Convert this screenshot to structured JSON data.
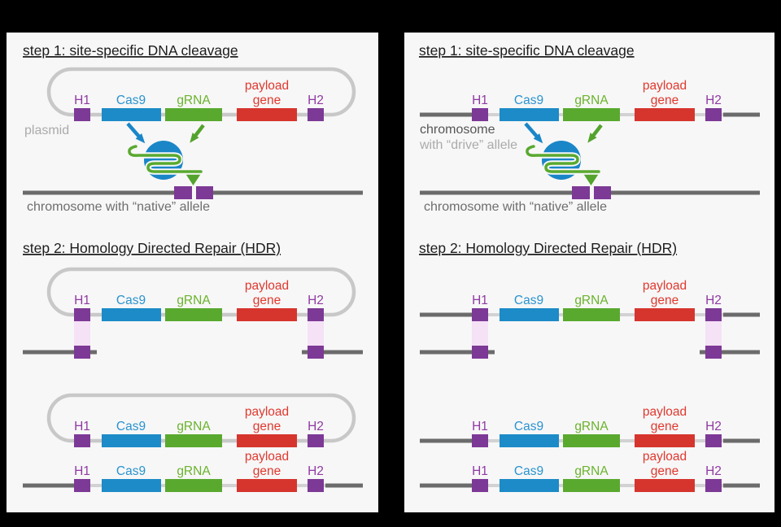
{
  "titles": {
    "step1": "step 1: site-specific DNA cleavage",
    "step2": "step 2: Homology Directed Repair (HDR)"
  },
  "genes": {
    "h1": "H1",
    "cas9": "Cas9",
    "grna": "gRNA",
    "payload1": "payload",
    "payload2": "gene",
    "h2": "H2"
  },
  "labels": {
    "plasmid": "plasmid",
    "native_allele": "chromosome with “native” allele",
    "drive_line1": "chromosome",
    "drive_line2": "with “drive” allele"
  },
  "colors": {
    "homology_block": "#7d3996",
    "cas9_block": "#1d8bc7",
    "grna_block": "#59a92f",
    "payload_block": "#d6352e",
    "plasmid_outline": "#c8c8c8",
    "chromosome_dark": "#6b6b6b",
    "backbone_light": "#d2d2d2",
    "homology_band": "#f5e2f6",
    "protein_blue": "#1a86c8",
    "arrow_green": "#53a32c",
    "panel_background": "#f7f7f7"
  }
}
